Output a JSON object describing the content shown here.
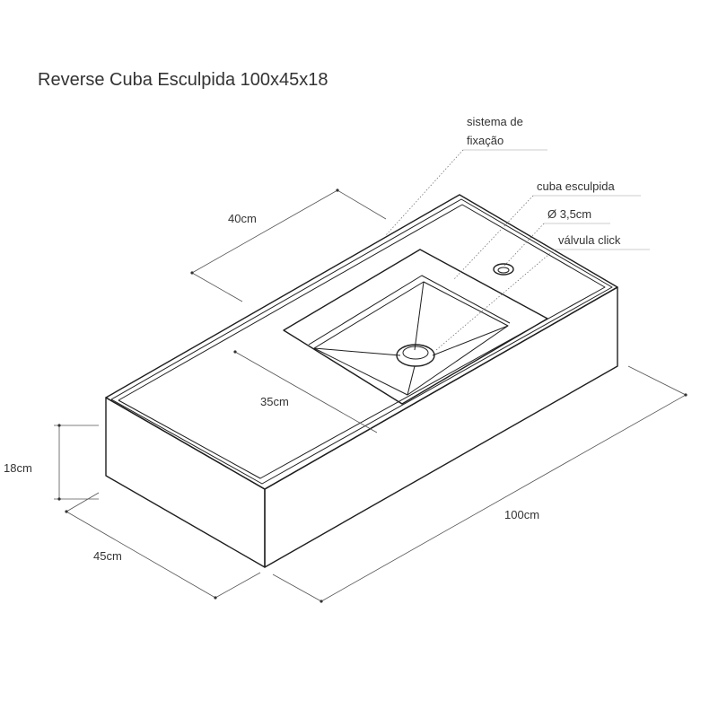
{
  "title": "Reverse Cuba Esculpida 100x45x18",
  "dimensions": {
    "top_depth": "40cm",
    "basin_width": "35cm",
    "height": "18cm",
    "depth": "45cm",
    "length": "100cm"
  },
  "callouts": {
    "fixing_line1": "sistema de",
    "fixing_line2": "fixação",
    "basin": "cuba esculpida",
    "drain_diameter": "Ø 3,5cm",
    "valve": "válvula click"
  }
}
